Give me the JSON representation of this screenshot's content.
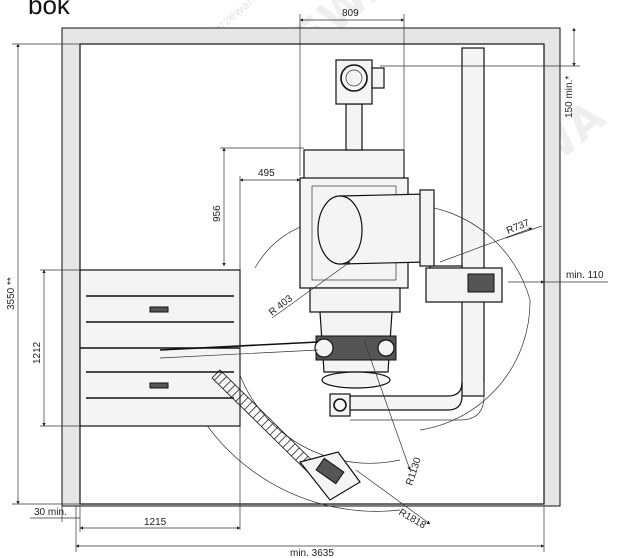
{
  "heading": "bok",
  "dimensions": {
    "d809": "809",
    "d150": "150 min.*",
    "d3550": "3550 **",
    "d495": "495",
    "d956": "956",
    "r737": "R737",
    "dmin110": "min. 110",
    "r403": "R 403",
    "d1212": "1212",
    "r1130": "R1130",
    "d30": "30 min.",
    "d1215": "1215",
    "r1818": "R1818",
    "d3635": "min. 3635"
  },
  "watermark": {
    "brand": "KOSTRZEWA",
    "subtitle": "Ogrzewanie i wentylacja"
  },
  "colors": {
    "line": "#111111",
    "fill": "#f4f4f4",
    "room_wall": "#e6e6e6"
  }
}
